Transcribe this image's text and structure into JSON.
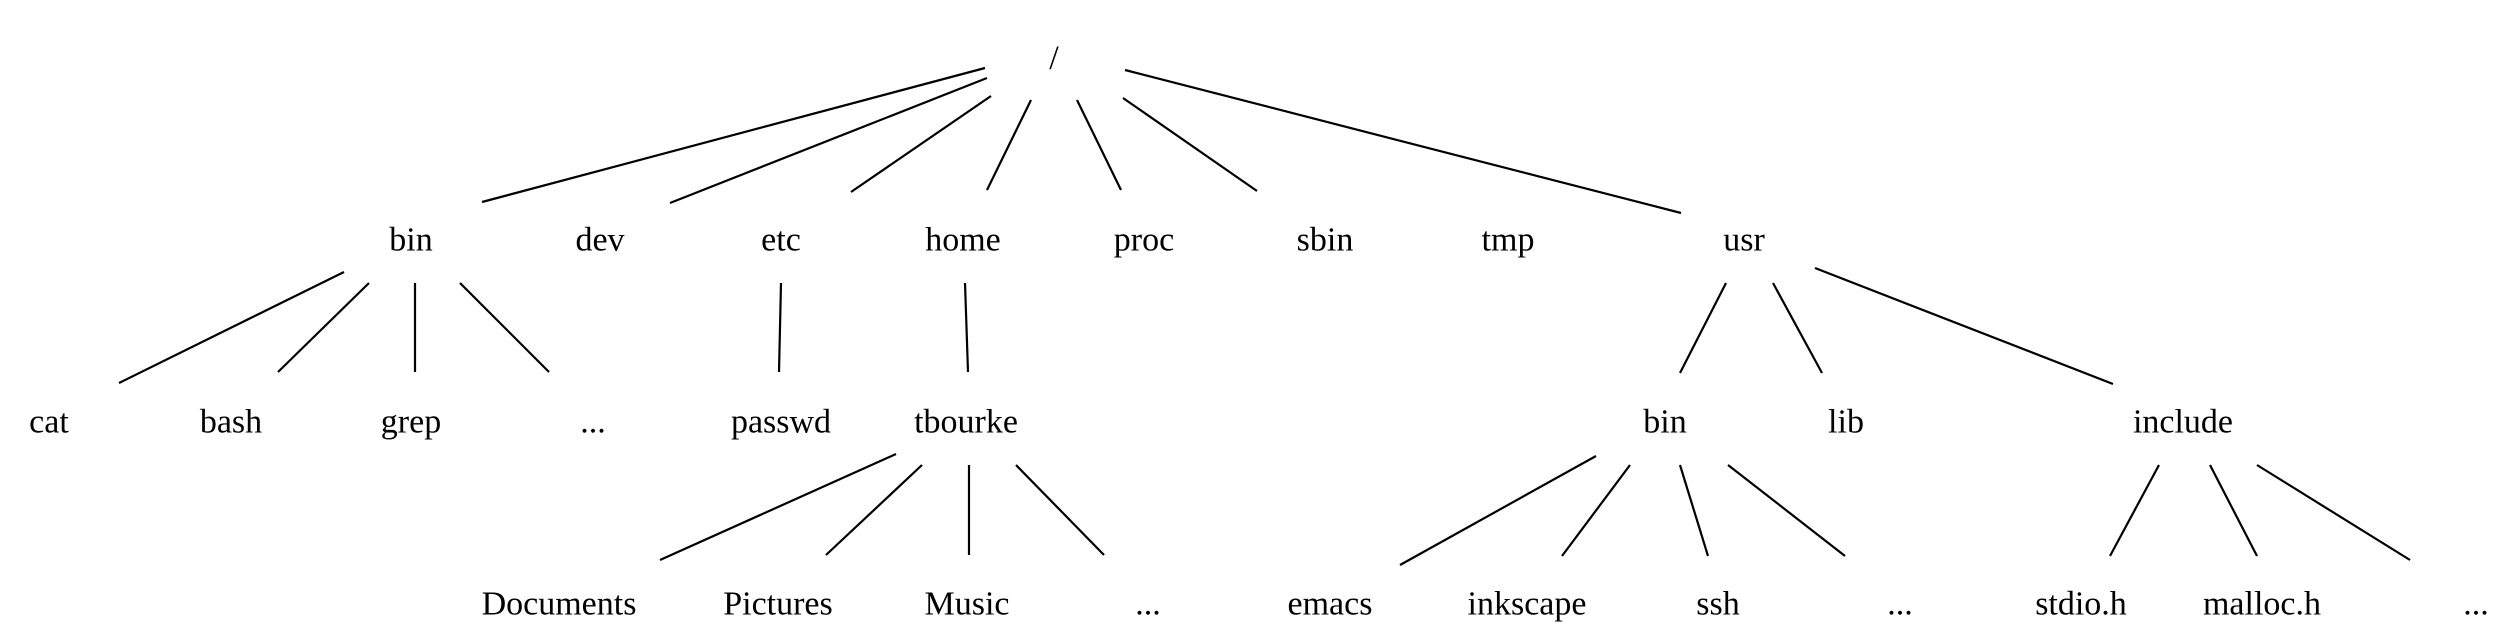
{
  "diagram": {
    "type": "tree",
    "title": "",
    "colors": {
      "line": "#000000",
      "text": "#000000",
      "background": "#ffffff"
    },
    "root": {
      "id": "root",
      "label": "/",
      "children": [
        {
          "id": "bin",
          "label": "bin",
          "children": [
            {
              "id": "bin-cat",
              "label": "cat"
            },
            {
              "id": "bin-bash",
              "label": "bash"
            },
            {
              "id": "bin-grep",
              "label": "grep"
            },
            {
              "id": "bin-more",
              "label": "..."
            }
          ]
        },
        {
          "id": "dev",
          "label": "dev"
        },
        {
          "id": "etc",
          "label": "etc",
          "children": [
            {
              "id": "etc-passwd",
              "label": "passwd"
            }
          ]
        },
        {
          "id": "home",
          "label": "home",
          "children": [
            {
              "id": "home-tbourke",
              "label": "tbourke",
              "children": [
                {
                  "id": "tbourke-documents",
                  "label": "Documents"
                },
                {
                  "id": "tbourke-pictures",
                  "label": "Pictures"
                },
                {
                  "id": "tbourke-music",
                  "label": "Music"
                },
                {
                  "id": "tbourke-more",
                  "label": "..."
                }
              ]
            }
          ]
        },
        {
          "id": "proc",
          "label": "proc"
        },
        {
          "id": "sbin",
          "label": "sbin"
        },
        {
          "id": "tmp",
          "label": "tmp"
        },
        {
          "id": "usr",
          "label": "usr",
          "children": [
            {
              "id": "usr-bin",
              "label": "bin",
              "children": [
                {
                  "id": "usr-bin-emacs",
                  "label": "emacs"
                },
                {
                  "id": "usr-bin-inkscape",
                  "label": "inkscape"
                },
                {
                  "id": "usr-bin-ssh",
                  "label": "ssh"
                },
                {
                  "id": "usr-bin-more",
                  "label": "..."
                }
              ]
            },
            {
              "id": "usr-lib",
              "label": "lib"
            },
            {
              "id": "usr-include",
              "label": "include",
              "children": [
                {
                  "id": "usr-include-stdio",
                  "label": "stdio.h"
                },
                {
                  "id": "usr-include-malloc",
                  "label": "malloc.h"
                },
                {
                  "id": "usr-include-more",
                  "label": "..."
                }
              ]
            }
          ]
        }
      ]
    }
  }
}
